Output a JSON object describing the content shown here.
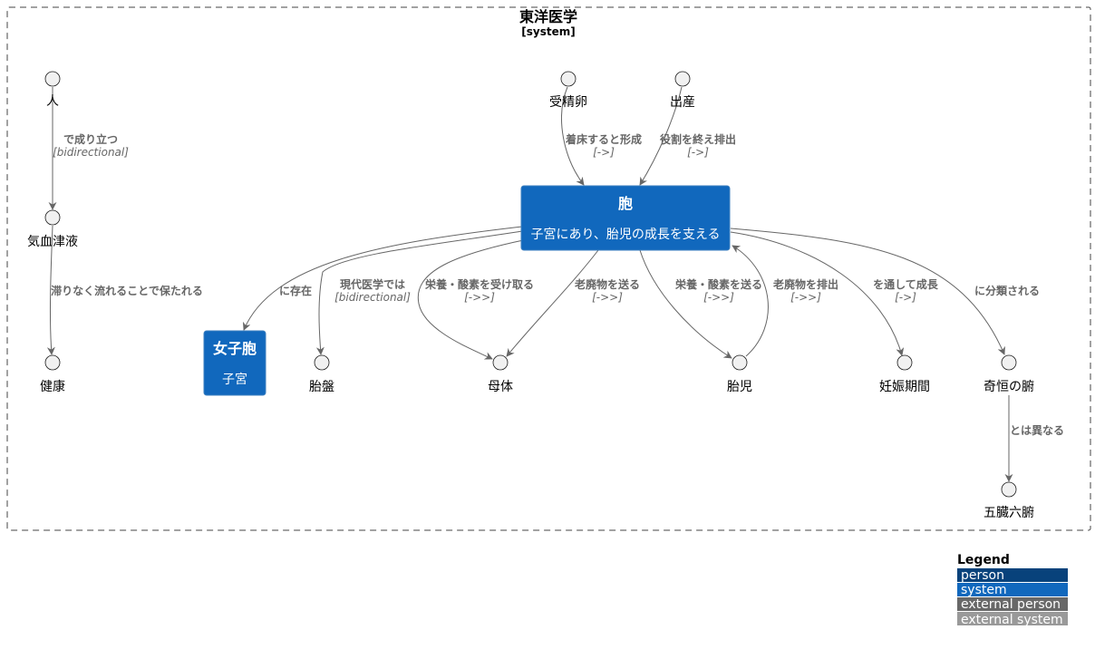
{
  "boundary": {
    "title": "東洋医学",
    "type": "[system]"
  },
  "nodes": {
    "hito": "人",
    "kiketsu": "気血津液",
    "kenkou": "健康",
    "juseiran": "受精卵",
    "shussan": "出産",
    "taiban": "胎盤",
    "botai": "母体",
    "taiji": "胎児",
    "ninshin": "妊娠期間",
    "kikou": "奇恒の腑",
    "gozou": "五臓六腑"
  },
  "systems": {
    "hou": {
      "title": "胞",
      "desc": "子宮にあり、胎児の成長を支える"
    },
    "joshihou": {
      "title": "女子胞",
      "desc": "子宮"
    }
  },
  "edges": {
    "hito_kiketsu": {
      "label": "で成り立つ",
      "tech": "[bidirectional]"
    },
    "kiketsu_kenkou": {
      "label": "滞りなく流れることで保たれる"
    },
    "juseiran_hou": {
      "label": "着床すると形成",
      "tech": "[->]"
    },
    "shussan_hou": {
      "label": "役割を終え排出",
      "tech": "[->]"
    },
    "hou_joshihou": {
      "label": "に存在"
    },
    "hou_taiban": {
      "label": "現代医学では",
      "tech": "[bidirectional]"
    },
    "hou_botai_1": {
      "label": "栄養・酸素を受け取る",
      "tech": "[->>]"
    },
    "hou_botai_2": {
      "label": "老廃物を送る",
      "tech": "[->>]"
    },
    "hou_taiji_1": {
      "label": "栄養・酸素を送る",
      "tech": "[->>]"
    },
    "taiji_hou": {
      "label": "老廃物を排出",
      "tech": "[->>]"
    },
    "hou_ninshin": {
      "label": "を通して成長",
      "tech": "[->]"
    },
    "hou_kikou": {
      "label": "に分類される"
    },
    "kikou_gozou": {
      "label": "とは異なる"
    }
  },
  "legend": {
    "title": "Legend",
    "items": [
      {
        "label": "person",
        "color": "#08427B"
      },
      {
        "label": "system",
        "color": "#1168BD"
      },
      {
        "label": "external person",
        "color": "#686868"
      },
      {
        "label": "external system",
        "color": "#999999"
      }
    ]
  },
  "colors": {
    "system": "#1168BD",
    "edge": "#666666"
  }
}
